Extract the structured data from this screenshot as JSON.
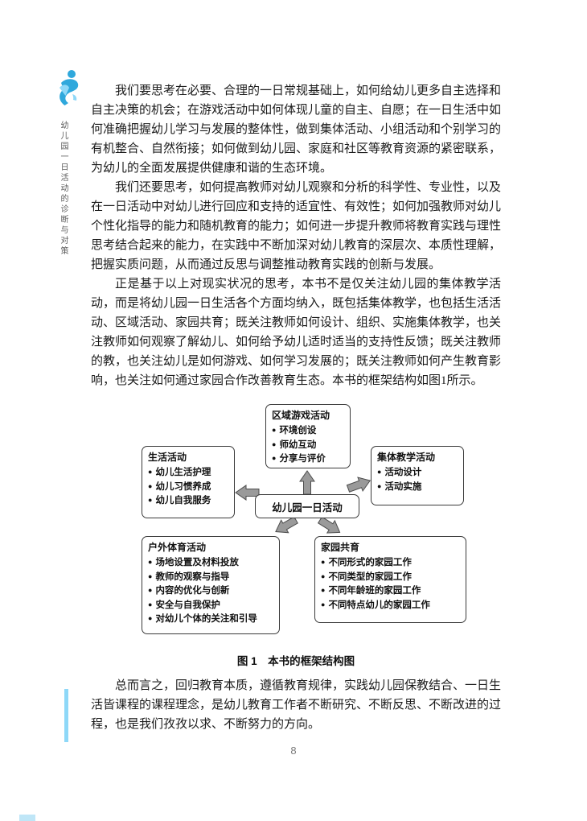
{
  "sidebar": {
    "vertical_title": "幼儿园一日活动的诊断与对策"
  },
  "content": {
    "paragraphs": [
      "我们要思考在必要、合理的一日常规基础上，如何给幼儿更多自主选择和自主决策的机会；在游戏活动中如何体现儿童的自主、自愿；在一日生活中如何准确把握幼儿学习与发展的整体性，做到集体活动、小组活动和个别学习的有机整合、自然衔接；如何做到幼儿园、家庭和社区等教育资源的紧密联系，为幼儿的全面发展提供健康和谐的生态环境。",
      "我们还要思考，如何提高教师对幼儿观察和分析的科学性、专业性，以及在一日活动中对幼儿进行回应和支持的适宜性、有效性；如何加强教师对幼儿个性化指导的能力和随机教育的能力；如何进一步提升教师将教育实践与理性思考结合起来的能力，在实践中不断加深对幼儿教育的深层次、本质性理解，把握实质问题，从而通过反思与调整推动教育实践的创新与发展。",
      "正是基于以上对现实状况的思考，本书不是仅关注幼儿园的集体教学活动，而是将幼儿园一日生活各个方面均纳入，既包括集体教学，也包括生活活动、区域活动、家园共育；既关注教师如何设计、组织、实施集体教学，也关注教师如何观察了解幼儿、如何给予幼儿适时适当的支持性反馈；既关注教师的教，也关注幼儿是如何游戏、如何学习发展的；既关注教师如何产生教育影响，也关注如何通过家园合作改善教育生态。本书的框架结构如图1所示。"
    ],
    "closing_paragraph": "总而言之，回归教育本质，遵循教育规律，实践幼儿园保教结合、一日生活皆课程的课程理念，是幼儿教育工作者不断研究、不断反思、不断改进的过程，也是我们孜孜以求、不断努力的方向。"
  },
  "figure": {
    "caption": "图 1　本书的框架结构图",
    "center_label": "幼儿园一日活动",
    "boxes": {
      "region_play": {
        "title": "区域游戏活动",
        "items": [
          "环境创设",
          "师幼互动",
          "分享与评价"
        ]
      },
      "daily_life": {
        "title": "生活活动",
        "items": [
          "幼儿生活护理",
          "幼儿习惯养成",
          "幼儿自我服务"
        ]
      },
      "group_teaching": {
        "title": "集体教学活动",
        "items": [
          "活动设计",
          "活动实施"
        ]
      },
      "outdoor_sports": {
        "title": "户外体育活动",
        "items": [
          "场地设置及材料投放",
          "教师的观察与指导",
          "内容的优化与创新",
          "安全与自我保护",
          "对幼儿个体的关注和引导"
        ]
      },
      "home_cooperation": {
        "title": "家园共育",
        "items": [
          "不同形式的家园工作",
          "不同类型的家园工作",
          "不同年龄班的家园工作",
          "不同特点幼儿的家园工作"
        ]
      }
    }
  },
  "footer": {
    "page_number": "8"
  },
  "colors": {
    "accent_blue": "#2fa8dc",
    "light_blue": "#8ed8f8"
  }
}
